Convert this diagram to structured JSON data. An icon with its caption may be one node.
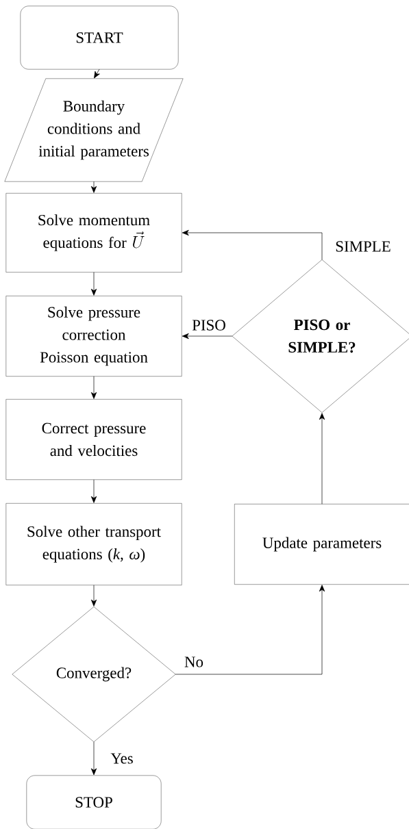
{
  "diagram": {
    "nodes": [
      {
        "text": [
          "START"
        ]
      },
      {
        "text": [
          "Boundary conditions and initial parameters"
        ]
      },
      {
        "text": [
          "Solve momentum equations for",
          "\\vec{U}"
        ]
      },
      {
        "text": [
          "Solve pressure correction Poisson equation"
        ]
      },
      {
        "text": [
          "Correct pressure and velocities"
        ]
      },
      {
        "text": [
          "Solve other transport equations (*k*, *ω*)"
        ]
      },
      {
        "text": [
          "Converged?"
        ]
      },
      {
        "text": [
          "STOP"
        ]
      },
      {
        "text": [
          "Update parameters"
        ]
      },
      {
        "text": [
          "PISO or SIMPLE?"
        ]
      }
    ],
    "edges": [
      {
        "from": 0,
        "to": 1,
        "arrow": "to"
      },
      {
        "from": 1,
        "to": 2,
        "arrow": "to"
      },
      {
        "from": 2,
        "to": 3,
        "arrow": "to"
      },
      {
        "from": 3,
        "to": 4,
        "arrow": "to"
      },
      {
        "from": 4,
        "to": 5,
        "arrow": "to"
      },
      {
        "from": 5,
        "to": 6,
        "arrow": "to"
      },
      {
        "from": 6,
        "to": 7,
        "arrow": "to",
        "label": "Yes"
      },
      {
        "from": 6,
        "to": 8,
        "arrow": "to",
        "label": "No"
      },
      {
        "from": 8,
        "to": 9,
        "arrow": "to"
      },
      {
        "from": 9,
        "to": 2,
        "arrow": "to",
        "label": "SIMPLE"
      },
      {
        "from": 9,
        "to": 3,
        "arrow": "to",
        "label": "PISO"
      }
    ]
  }
}
